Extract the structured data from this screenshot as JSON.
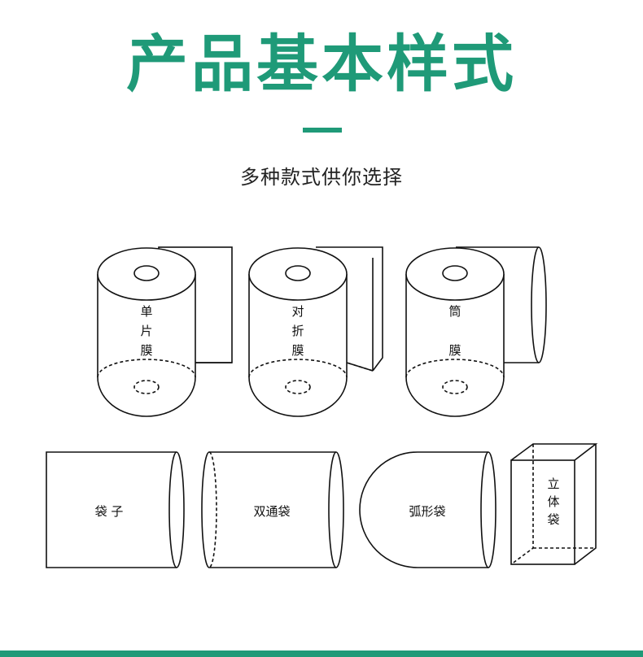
{
  "title": "产品基本样式",
  "subtitle": "多种款式供你选择",
  "colors": {
    "accent": "#1f9a78",
    "line": "#111111"
  },
  "rolls": {
    "single": [
      "单",
      "片",
      "膜"
    ],
    "folded": [
      "对",
      "折",
      "膜"
    ],
    "tube": [
      "筒",
      "膜"
    ]
  },
  "bags": {
    "bag": "袋 子",
    "double": "双通袋",
    "arc": "弧形袋",
    "cube": [
      "立",
      "体",
      "袋"
    ]
  }
}
